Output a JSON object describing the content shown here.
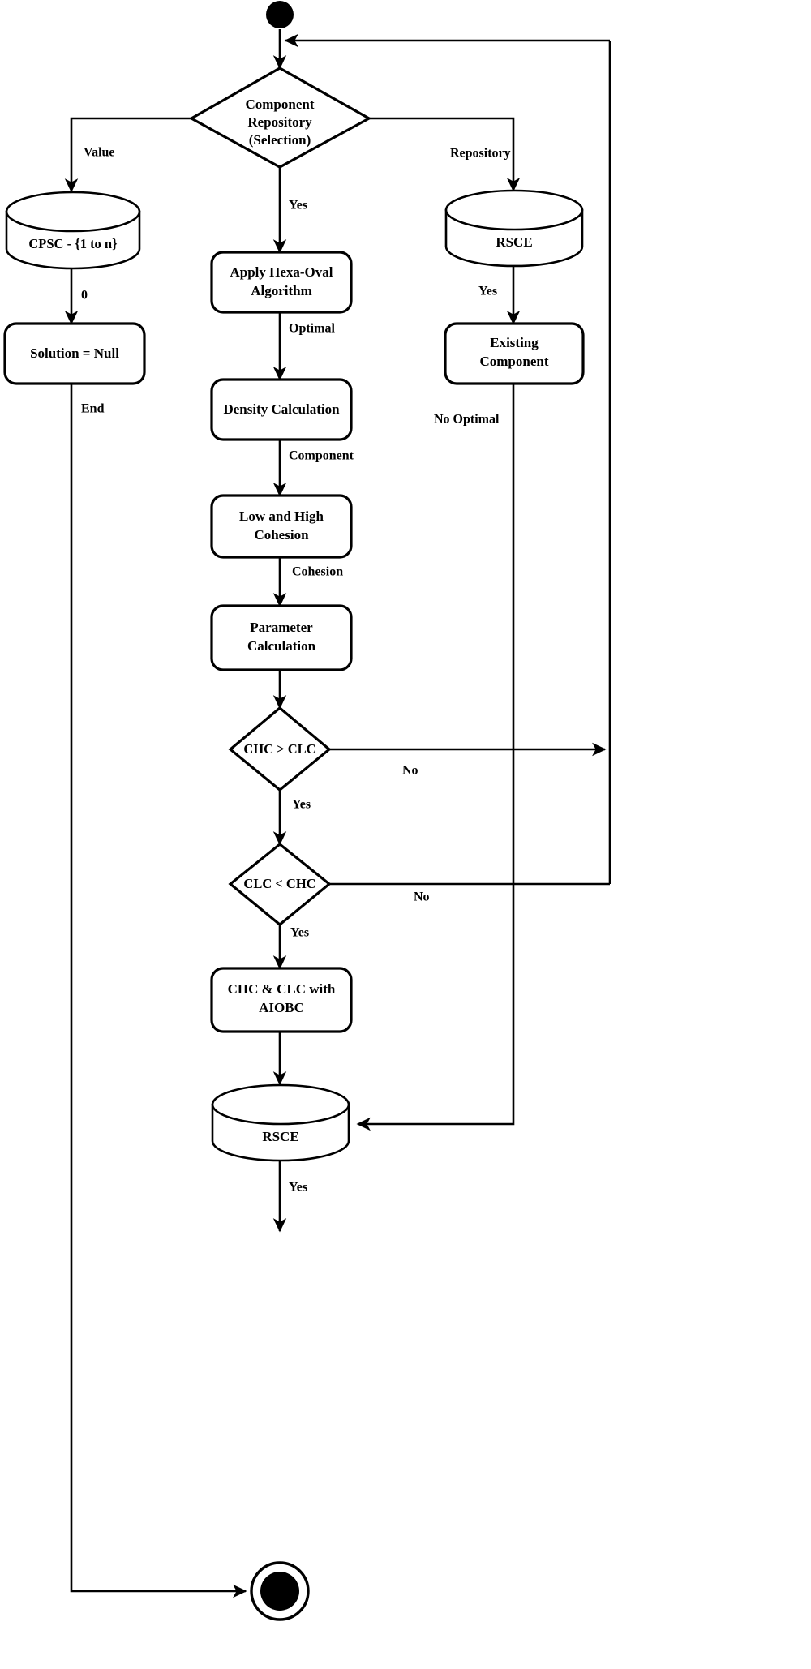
{
  "diagram": {
    "type": "activity-flowchart",
    "title": "Component selection and cohesion evaluation activity diagram",
    "background_color": "#ffffff",
    "line_color": "#000000"
  },
  "nodes": {
    "start": {
      "kind": "start-node",
      "label": ""
    },
    "selection": {
      "kind": "decision",
      "line1": "Component",
      "line2": "Repository",
      "line3": "(Selection)"
    },
    "cpsc": {
      "kind": "datastore",
      "label": "CPSC - {1 to n}"
    },
    "solution_null": {
      "kind": "process",
      "label": "Solution = Null"
    },
    "hexa_oval": {
      "kind": "process",
      "line1": "Apply Hexa-Oval",
      "line2": "Algorithm"
    },
    "density": {
      "kind": "process",
      "label": "Density Calculation"
    },
    "cohesion": {
      "kind": "process",
      "line1": "Low and High",
      "line2": "Cohesion"
    },
    "parameter": {
      "kind": "process",
      "line1": "Parameter",
      "line2": "Calculation"
    },
    "chc_gt_clc": {
      "kind": "decision",
      "label": "CHC > CLC"
    },
    "clc_lt_chc": {
      "kind": "decision",
      "label": "CLC < CHC"
    },
    "aiobc": {
      "kind": "process",
      "line1": "CHC & CLC with",
      "line2": "AIOBC"
    },
    "rsce_bottom": {
      "kind": "datastore",
      "label": "RSCE"
    },
    "rsce_right": {
      "kind": "datastore",
      "label": "RSCE"
    },
    "existing_component": {
      "kind": "process",
      "line1": "Existing",
      "line2": "Component"
    },
    "end": {
      "kind": "end-node",
      "label": ""
    }
  },
  "edge_labels": {
    "value": "Value",
    "zero": "0",
    "end": "End",
    "yes_selection": "Yes",
    "optimal": "Optimal",
    "component": "Component",
    "cohesion": "Cohesion",
    "yes_chc_gt_clc": "Yes",
    "no_chc_gt_clc": "No",
    "yes_clc_lt_chc": "Yes",
    "no_clc_lt_chc": "No",
    "yes_rsce_bottom": "Yes",
    "repository": "Repository",
    "yes_rsce_right": "Yes",
    "no_optimal": "No Optimal"
  }
}
